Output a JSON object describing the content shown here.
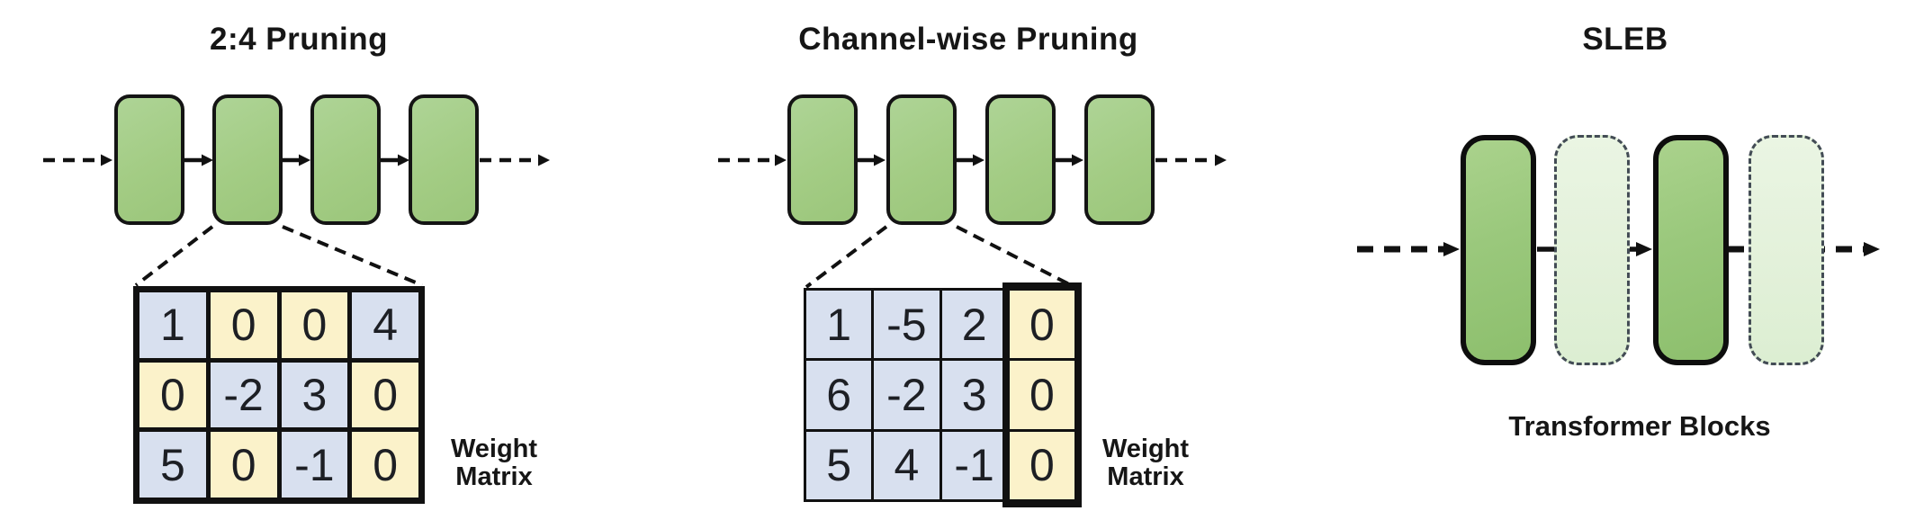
{
  "figure": {
    "sections": [
      {
        "title": "2:4 Pruning",
        "weight_matrix_label": "Weight\nMatrix",
        "matrix": {
          "rows": [
            [
              "1",
              "0",
              "0",
              "4"
            ],
            [
              "0",
              "-2",
              "3",
              "0"
            ],
            [
              "5",
              "0",
              "-1",
              "0"
            ]
          ],
          "zero_cells_highlighted": "yellow",
          "nonzero_cells": "blue"
        }
      },
      {
        "title": "Channel-wise Pruning",
        "weight_matrix_label": "Weight\nMatrix",
        "matrix": {
          "rows": [
            [
              "1",
              "-5",
              "2",
              "0"
            ],
            [
              "6",
              "-2",
              "3",
              "0"
            ],
            [
              "5",
              "4",
              "-1",
              "0"
            ]
          ],
          "pruned_column": 4,
          "zero_cells_highlighted": "yellow",
          "nonzero_cells": "blue"
        }
      },
      {
        "title": "SLEB",
        "caption": "Transformer Blocks",
        "blocks": [
          "kept",
          "pruned",
          "kept",
          "pruned"
        ]
      }
    ],
    "palette": {
      "block_green": "#a3cc84",
      "pruned_block_green": "#e3f1da",
      "nonzero_cell_blue": "#d8e0ef",
      "zero_cell_yellow": "#fbf2ca",
      "line_color": "#111111"
    }
  }
}
